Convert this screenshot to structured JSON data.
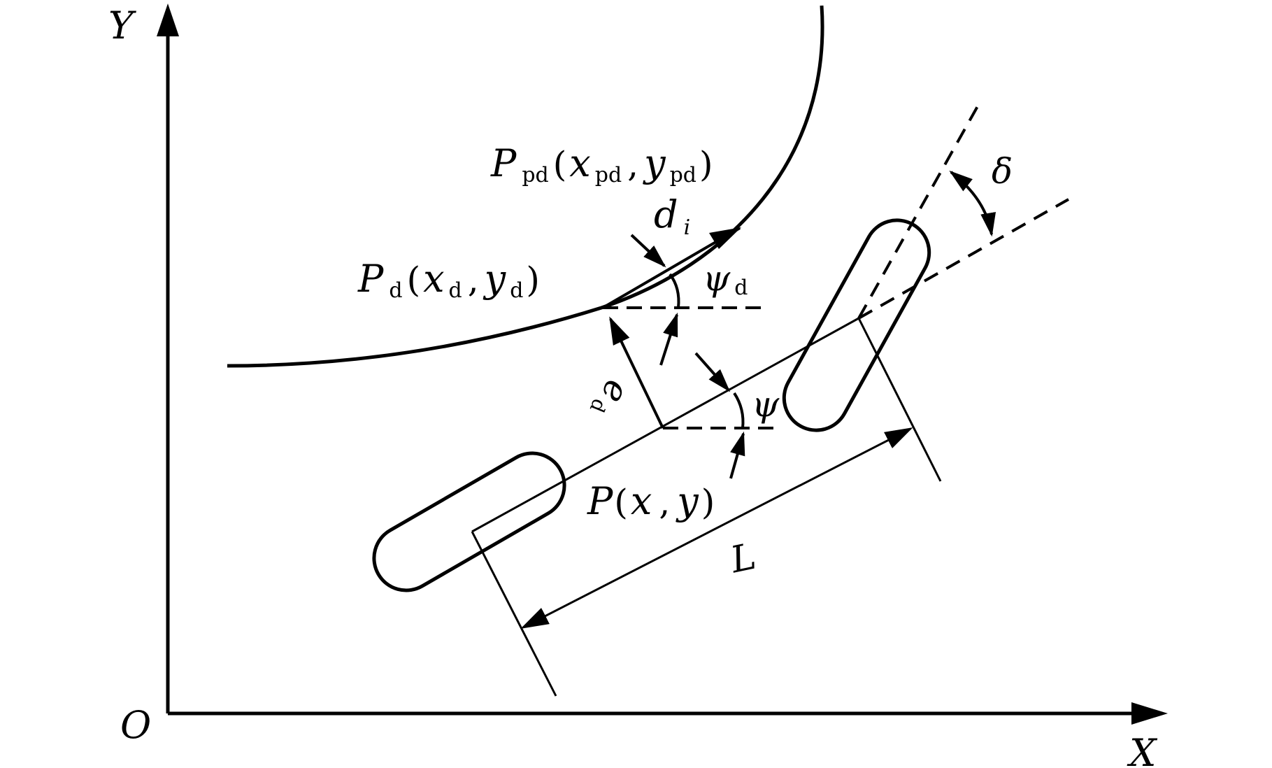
{
  "axes": {
    "y_label": "Y",
    "x_label": "X",
    "origin_label": "O"
  },
  "labels": {
    "ppd": {
      "main": "P",
      "sub": "pd",
      "open": "(",
      "x": "x",
      "x_sub": "pd",
      "comma": ",",
      "y": "y",
      "y_sub": "pd",
      "close": ")"
    },
    "pd": {
      "main": "P",
      "sub": "d",
      "open": "(",
      "x": "x",
      "x_sub": "d",
      "comma": ",",
      "y": "y",
      "y_sub": "d",
      "close": ")"
    },
    "p": {
      "main": "P",
      "open": "(",
      "x": "x",
      "comma": ",",
      "y": "y",
      "close": ")"
    },
    "di": {
      "main": "d",
      "sub": "i"
    },
    "psid": {
      "main": "ψ",
      "sub": "d"
    },
    "psi": "ψ",
    "ed": {
      "main": "e",
      "sub": "d"
    },
    "delta": "δ",
    "wheelbase": "L"
  },
  "colors": {
    "stroke": "#000000",
    "background": "#ffffff"
  }
}
